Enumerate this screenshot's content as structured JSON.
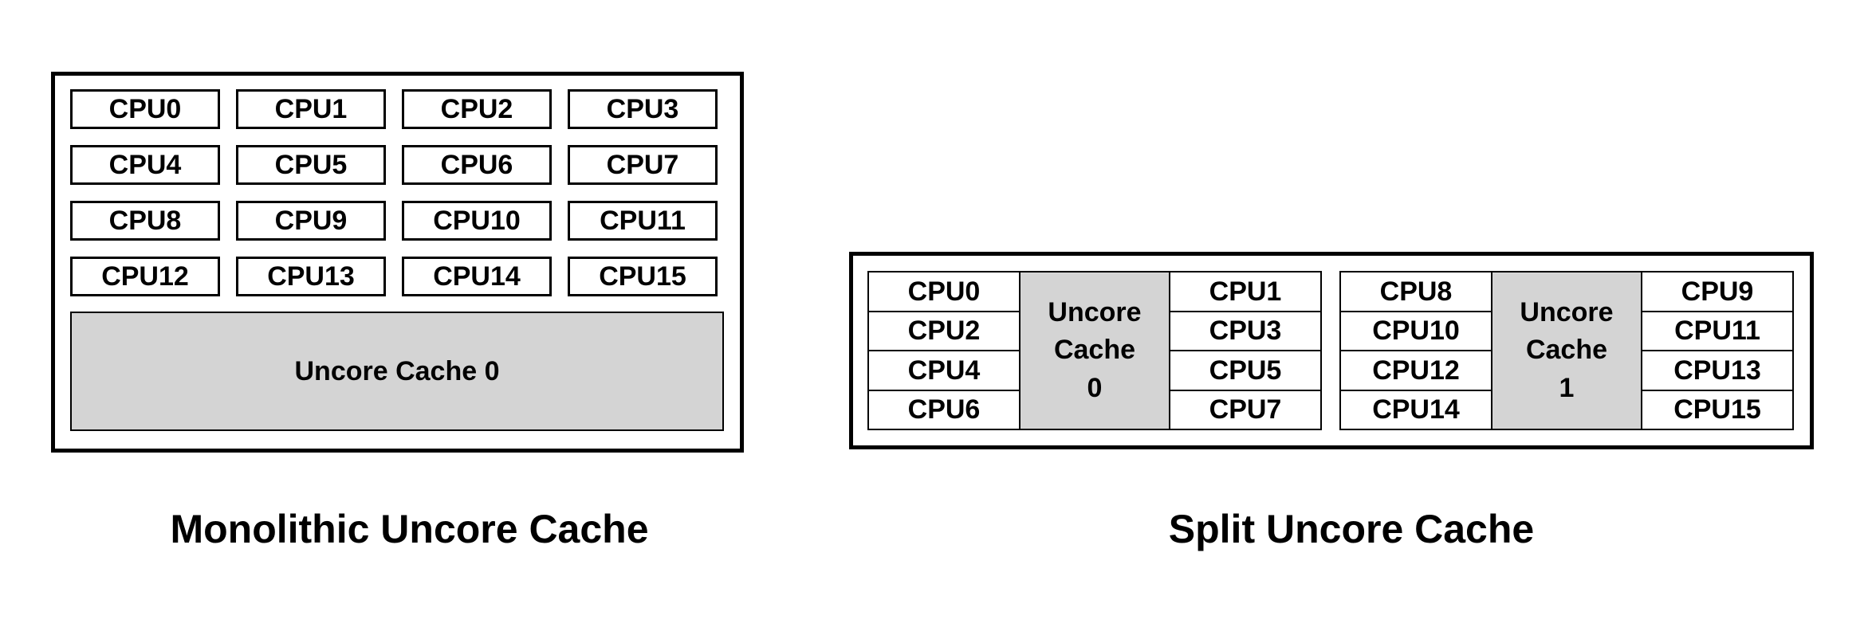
{
  "colors": {
    "background": "#ffffff",
    "border": "#000000",
    "cpu_box_fill": "#ffffff",
    "cache_fill": "#d4d4d4",
    "text": "#000000"
  },
  "monolithic": {
    "caption": "Monolithic Uncore Cache",
    "cpus": [
      "CPU0",
      "CPU1",
      "CPU2",
      "CPU3",
      "CPU4",
      "CPU5",
      "CPU6",
      "CPU7",
      "CPU8",
      "CPU9",
      "CPU10",
      "CPU11",
      "CPU12",
      "CPU13",
      "CPU14",
      "CPU15"
    ],
    "cache_label": "Uncore Cache 0"
  },
  "split": {
    "caption": "Split Uncore Cache",
    "clusters": [
      {
        "left_cpus": [
          "CPU0",
          "CPU2",
          "CPU4",
          "CPU6"
        ],
        "cache_label": "Uncore Cache 0",
        "right_cpus": [
          "CPU1",
          "CPU3",
          "CPU5",
          "CPU7"
        ]
      },
      {
        "left_cpus": [
          "CPU8",
          "CPU10",
          "CPU12",
          "CPU14"
        ],
        "cache_label": "Uncore Cache 1",
        "right_cpus": [
          "CPU9",
          "CPU11",
          "CPU13",
          "CPU15"
        ]
      }
    ]
  }
}
